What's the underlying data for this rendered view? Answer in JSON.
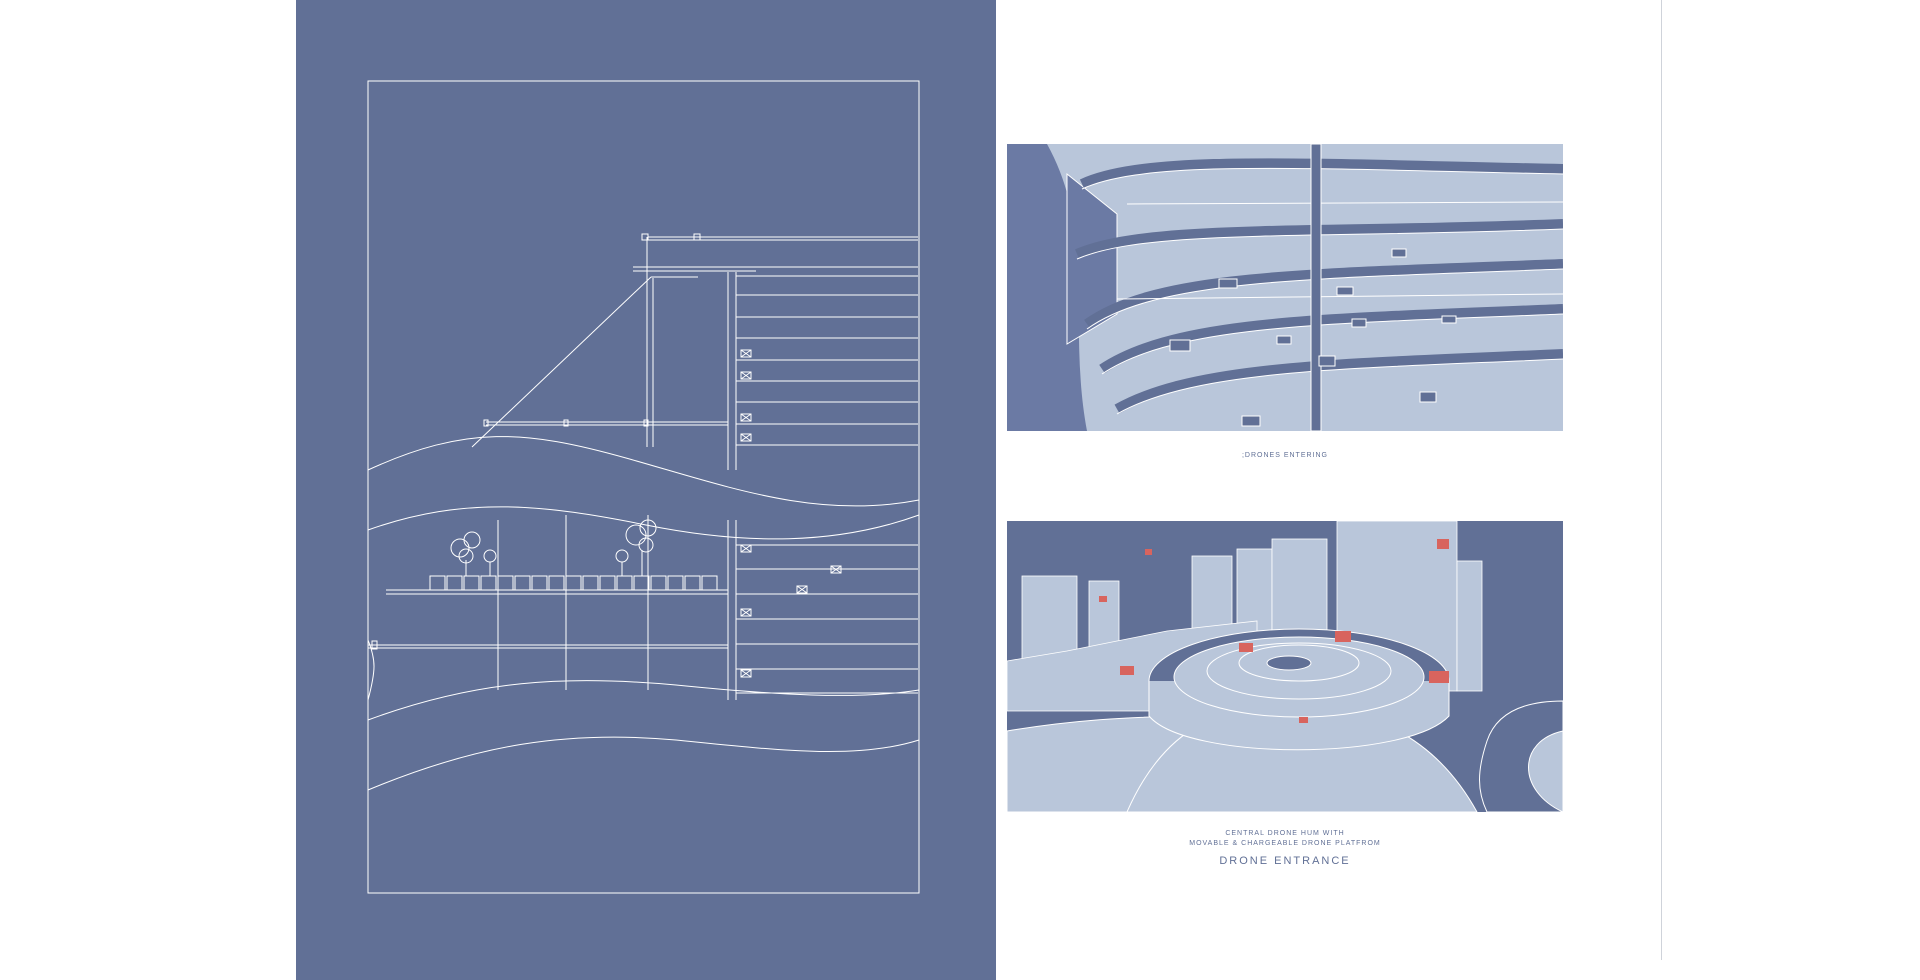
{
  "drawing": {
    "renders": [
      {
        "caption": ";DRONES ENTERING"
      },
      {
        "caption_lines": [
          "CENTRAL DRONE HUM WITH",
          "MOVABLE & CHARGEABLE DRONE PLATFROM"
        ]
      }
    ],
    "title": "DRONE ENTRANCE"
  },
  "colors": {
    "panel_blue": "#617096",
    "light_blue": "#b9c6da",
    "line_white": "#ffffff",
    "drone_red": "#d8645e"
  }
}
